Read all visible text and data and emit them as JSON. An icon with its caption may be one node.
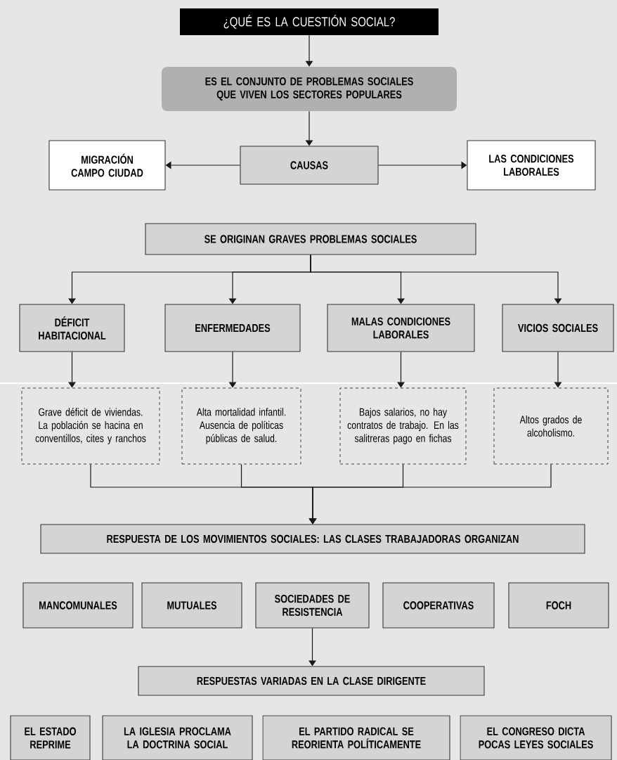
{
  "diagram": {
    "nodes": [
      {
        "text": [
          "¿QUÉ ES LA CUESTIÓN SOCIAL?"
        ]
      },
      {
        "text": [
          "ES EL CONJUNTO DE PROBLEMAS SOCIALES QUE VIVEN LOS SECTORES POPULARES"
        ]
      },
      {
        "text": [
          "CAUSAS"
        ]
      },
      {
        "text": [
          "MIGRACIÓN CAMPO CIUDAD"
        ]
      },
      {
        "text": [
          "LAS CONDICIONES LABORALES"
        ]
      },
      {
        "text": [
          "SE ORIGINAN GRAVES PROBLEMAS SOCIALES"
        ]
      },
      {
        "text": [
          "DÉFICIT HABITACIONAL"
        ]
      },
      {
        "text": [
          "ENFERMEDADES"
        ]
      },
      {
        "text": [
          "MALAS CONDICIONES LABORALES"
        ]
      },
      {
        "text": [
          "VICIOS SOCIALES"
        ]
      },
      {
        "text": [
          "Grave déficit de viviendas. La población se hacina en conventillos, cites y ranchos"
        ]
      },
      {
        "text": [
          "Alta mortalidad infantil. Ausencia de políticas públicas de salud."
        ]
      },
      {
        "text": [
          "Bajos salarios, no hay contratos de trabajo. En las salitreras pago en fichas"
        ]
      },
      {
        "text": [
          "Altos grados de alcoholismo."
        ]
      },
      {
        "text": [
          "RESPUESTA DE LOS MOVIMIENTOS SOCIALES: LAS CLASES TRABAJADORAS ORGANIZAN"
        ]
      },
      {
        "text": [
          "MANCOMUNALES"
        ]
      },
      {
        "text": [
          "MUTUALES"
        ]
      },
      {
        "text": [
          "SOCIEDADES DE RESISTENCIA"
        ]
      },
      {
        "text": [
          "COOPERATIVAS"
        ]
      },
      {
        "text": [
          "FOCH"
        ]
      },
      {
        "text": [
          "RESPUESTAS VARIADAS EN LA CLASE DIRIGENTE"
        ]
      },
      {
        "text": [
          "EL ESTADO REPRIME"
        ]
      },
      {
        "text": [
          "LA IGLESIA PROCLAMA LA DOCTRINA SOCIAL"
        ]
      },
      {
        "text": [
          "EL PARTIDO RADICAL SE REORIENTA POLÍTICAMENTE"
        ]
      },
      {
        "text": [
          "EL CONGRESO DICTA POCAS LEYES SOCIALES"
        ]
      }
    ],
    "edges": [
      {
        "from": 0,
        "to": 1,
        "arrow": "to"
      },
      {
        "from": 1,
        "to": 2,
        "arrow": "to"
      },
      {
        "from": 2,
        "to": 3,
        "arrow": "to"
      },
      {
        "from": 2,
        "to": 4,
        "arrow": "to"
      },
      {
        "from": 5,
        "to": 6,
        "arrow": "to"
      },
      {
        "from": 5,
        "to": 7,
        "arrow": "to"
      },
      {
        "from": 5,
        "to": 8,
        "arrow": "to"
      },
      {
        "from": 5,
        "to": 9,
        "arrow": "to"
      },
      {
        "from": 6,
        "to": 10,
        "arrow": "to"
      },
      {
        "from": 7,
        "to": 11,
        "arrow": "to"
      },
      {
        "from": 8,
        "to": 12,
        "arrow": "to"
      },
      {
        "from": 9,
        "to": 13,
        "arrow": "to"
      },
      {
        "from": 10,
        "to": 14,
        "arrow": "to"
      },
      {
        "from": 11,
        "to": 14,
        "arrow": "to"
      },
      {
        "from": 12,
        "to": 14,
        "arrow": "to"
      },
      {
        "from": 13,
        "to": 14,
        "arrow": "to"
      },
      {
        "from": 17,
        "to": 20,
        "arrow": "to"
      }
    ]
  }
}
